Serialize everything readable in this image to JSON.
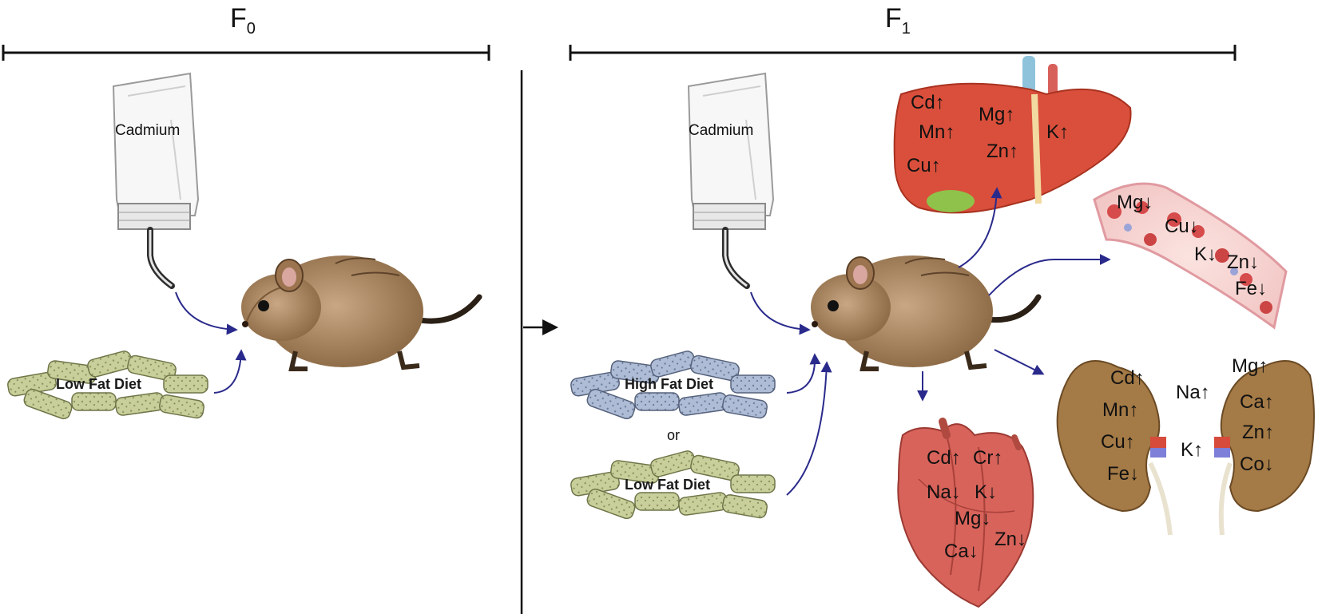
{
  "generations": {
    "f0": {
      "letter": "F",
      "sub": "0"
    },
    "f1": {
      "letter": "F",
      "sub": "1"
    }
  },
  "f0": {
    "bottle_label": "Cadmium",
    "diet_label": "Low Fat Diet"
  },
  "f1": {
    "bottle_label": "Cadmium",
    "diet_high_label": "High Fat Diet",
    "or_label": "or",
    "diet_low_label": "Low Fat Diet"
  },
  "liver": [
    "Cd↑",
    "Mn↑",
    "Cu↑",
    "Mg↑",
    "Zn↑",
    "K↑"
  ],
  "blood": [
    "Mg↓",
    "Cu↓",
    "K↓",
    "Zn↓",
    "Fe↓"
  ],
  "heart": [
    "Cd↑",
    "Cr↑",
    "Na↓",
    "K↓",
    "Mg↓",
    "Ca↓",
    "Zn↓"
  ],
  "kidney": [
    "Cd↑",
    "Mn↑",
    "Cu↑",
    "Fe↓",
    "Na↑",
    "K↑",
    "Mg↑",
    "Ca↑",
    "Zn↑",
    "Co↓"
  ],
  "colors": {
    "arrow": "#2a2a8c",
    "liver": "#d9503c",
    "heart": "#d8635a",
    "kidney": "#a47a46",
    "pellet_low": "#c9cf9a",
    "pellet_high": "#a9b8d4",
    "mouse_fur": "#b08a63"
  }
}
